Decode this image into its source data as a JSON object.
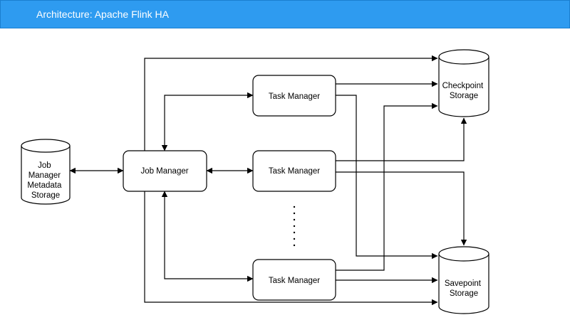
{
  "title": "Architecture: Apache Flink HA",
  "nodes": {
    "metadata_storage": [
      "Job",
      "Manager",
      "Metadata",
      "Storage"
    ],
    "job_manager": "Job Manager",
    "task_manager_1": "Task Manager",
    "task_manager_2": "Task Manager",
    "task_manager_3": "Task Manager",
    "checkpoint_storage": [
      "Checkpoint",
      "Storage"
    ],
    "savepoint_storage": [
      "Savepoint",
      "Storage"
    ]
  },
  "colors": {
    "header": "#2e9bf0",
    "line": "#000000"
  }
}
